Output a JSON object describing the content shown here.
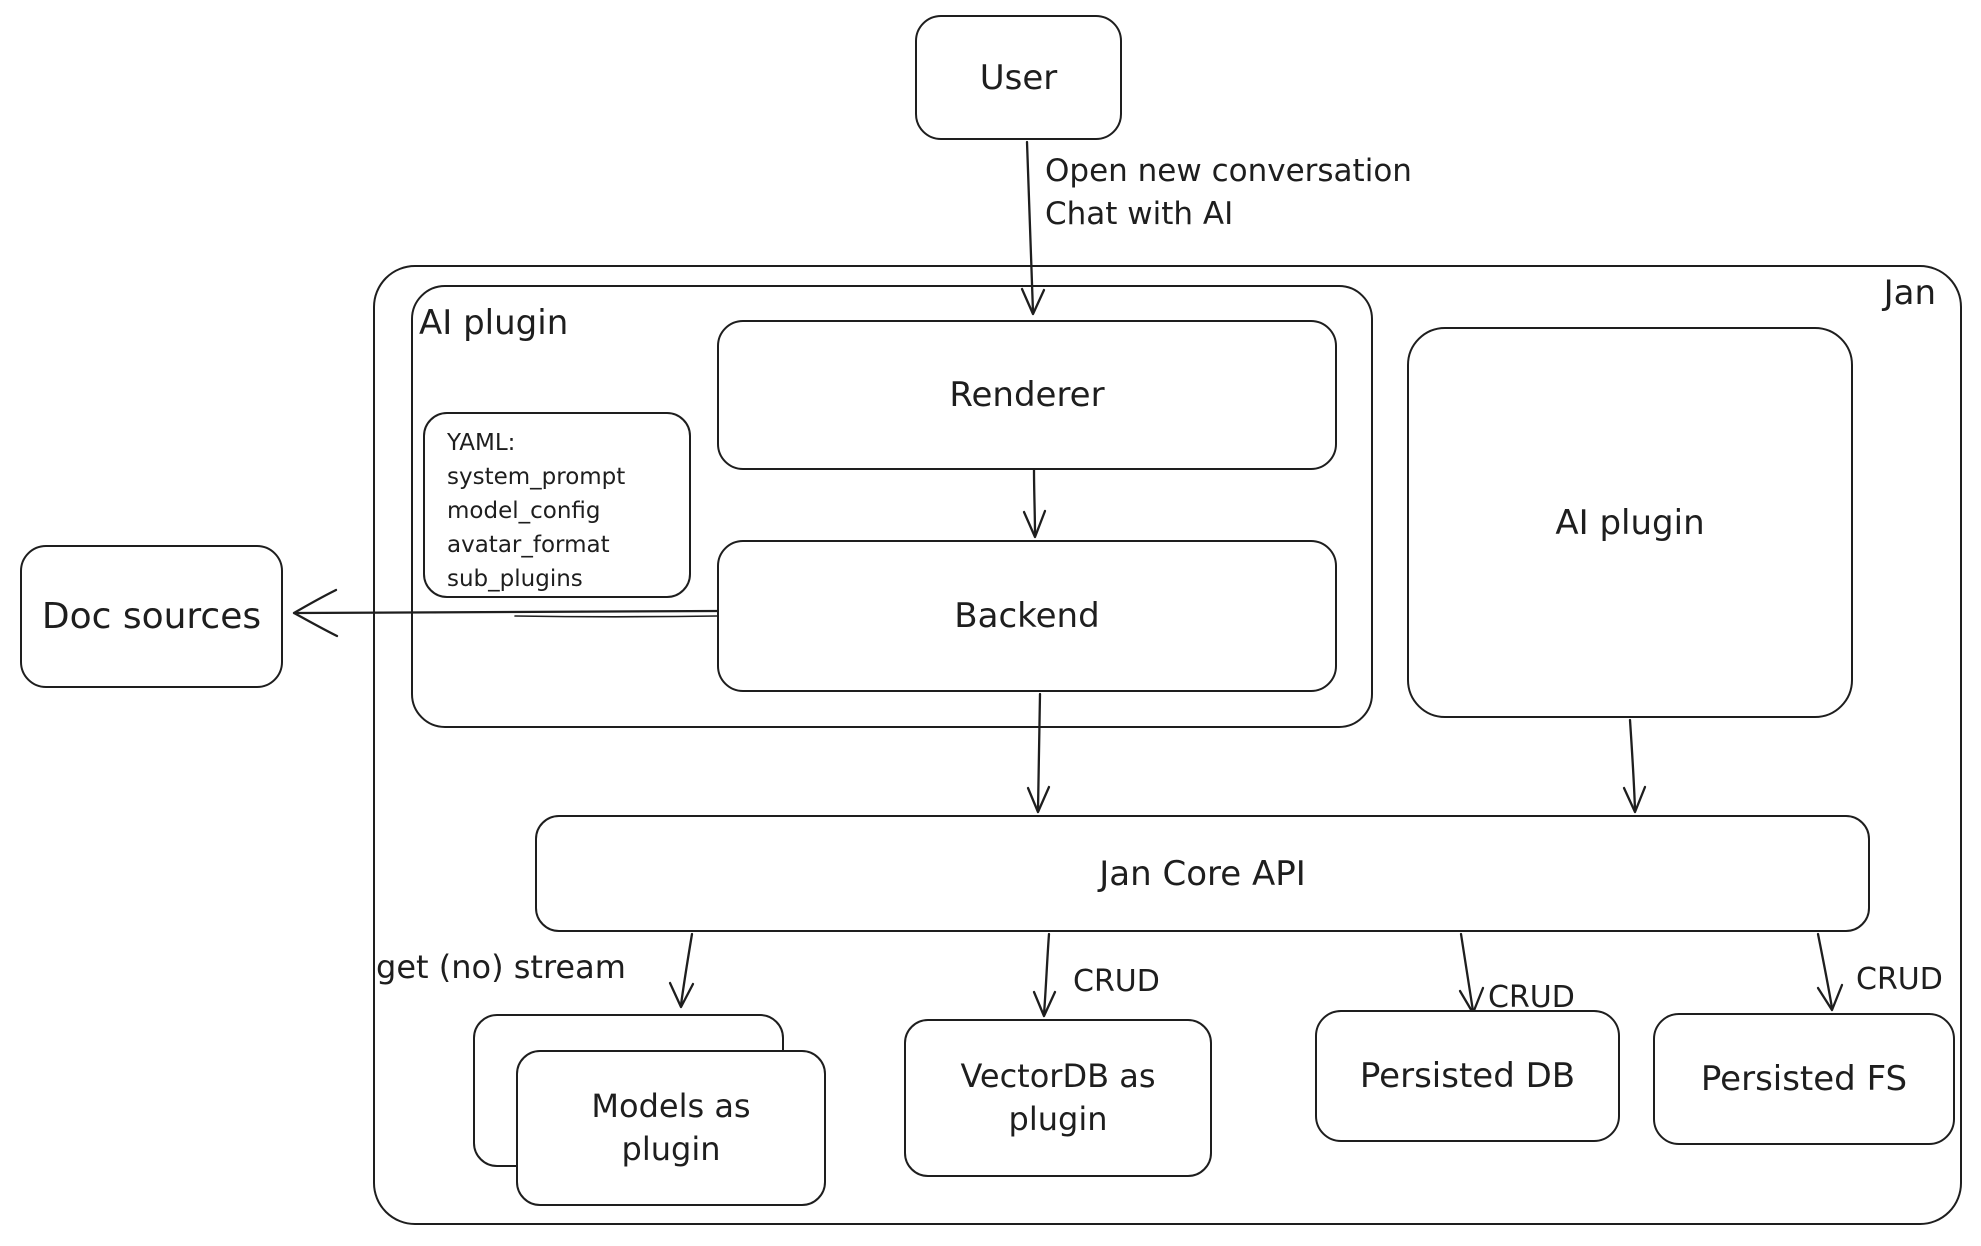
{
  "diagram": {
    "outer_label": "Jan",
    "user": "User",
    "edge_user": {
      "line1": "Open new conversation",
      "line2": "Chat with AI"
    },
    "ai_plugin_container_label": "AI plugin",
    "yaml_lines": [
      "YAML:",
      "system_prompt",
      "model_config",
      "avatar_format",
      "sub_plugins"
    ],
    "renderer": "Renderer",
    "backend": "Backend",
    "ai_plugin_box": "AI plugin",
    "doc_sources": "Doc sources",
    "jan_core_api": "Jan Core API",
    "models": {
      "line1": "Models as",
      "line2": "plugin"
    },
    "vectordb": {
      "line1": "VectorDB as",
      "line2": "plugin"
    },
    "persisted_db": "Persisted DB",
    "persisted_fs": "Persisted FS",
    "labels": {
      "get_no_stream": "get (no) stream",
      "crud_vectordb": "CRUD",
      "crud_persisted_db": "CRUD",
      "crud_persisted_fs": "CRUD"
    },
    "colors": {
      "stroke": "#1e1e1e",
      "background": "#ffffff"
    }
  }
}
